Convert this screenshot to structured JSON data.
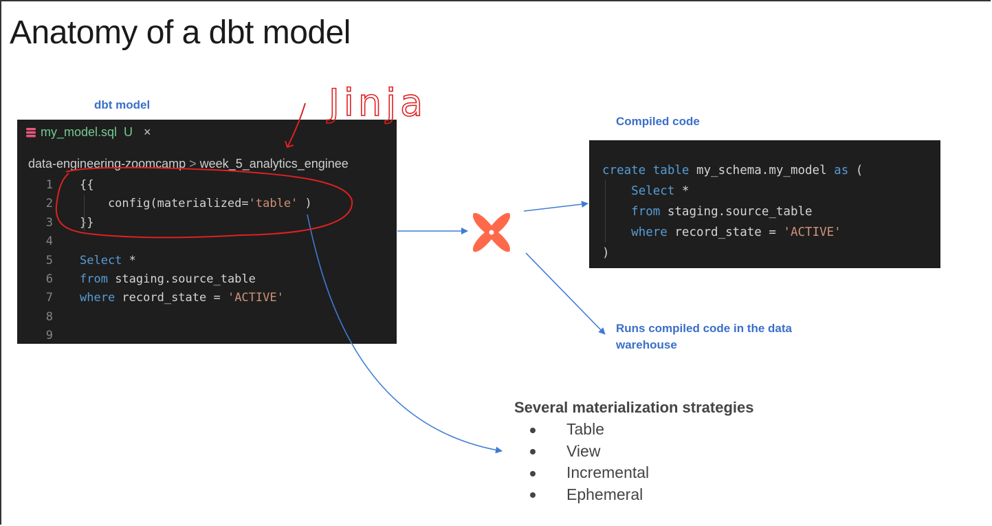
{
  "title": "Anatomy of a dbt model",
  "labels": {
    "dbt_model": "dbt model",
    "compiled_code": "Compiled code",
    "runs_line1": "Runs compiled code in the data",
    "runs_line2": "warehouse",
    "jinja": "Jinja"
  },
  "editor": {
    "file_name": "my_model.sql",
    "file_status": "U",
    "close_glyph": "×",
    "breadcrumb": [
      "data-engineering-zoomcamp",
      "week_5_analytics_enginee"
    ],
    "breadcrumb_sep": ">",
    "lines": [
      {
        "n": "1",
        "parts": [
          {
            "t": "{{",
            "c": "plain"
          }
        ]
      },
      {
        "n": "2",
        "parts": [
          {
            "t": "    config(materialized=",
            "c": "plain"
          },
          {
            "t": "'table'",
            "c": "str"
          },
          {
            "t": " )",
            "c": "plain"
          }
        ]
      },
      {
        "n": "3",
        "parts": [
          {
            "t": "}}",
            "c": "plain"
          }
        ]
      },
      {
        "n": "4",
        "parts": []
      },
      {
        "n": "5",
        "parts": [
          {
            "t": "Select",
            "c": "kw"
          },
          {
            "t": " *",
            "c": "plain"
          }
        ]
      },
      {
        "n": "6",
        "parts": [
          {
            "t": "from",
            "c": "kw"
          },
          {
            "t": " staging.source_table",
            "c": "plain"
          }
        ]
      },
      {
        "n": "7",
        "parts": [
          {
            "t": "where",
            "c": "kw"
          },
          {
            "t": " record_state = ",
            "c": "plain"
          },
          {
            "t": "'ACTIVE'",
            "c": "str"
          }
        ]
      },
      {
        "n": "8",
        "parts": []
      },
      {
        "n": "9",
        "parts": []
      }
    ]
  },
  "compiled": {
    "lines": [
      [
        {
          "t": "create table",
          "c": "kw"
        },
        {
          "t": " my_schema.my_model ",
          "c": "plain"
        },
        {
          "t": "as",
          "c": "kw"
        },
        {
          "t": " (",
          "c": "plain"
        }
      ],
      [
        {
          "t": "    ",
          "c": "plain"
        },
        {
          "t": "Select",
          "c": "kw"
        },
        {
          "t": " *",
          "c": "plain"
        }
      ],
      [
        {
          "t": "    ",
          "c": "plain"
        },
        {
          "t": "from",
          "c": "kw"
        },
        {
          "t": " staging.source_table",
          "c": "plain"
        }
      ],
      [
        {
          "t": "    ",
          "c": "plain"
        },
        {
          "t": "where",
          "c": "kw"
        },
        {
          "t": " record_state = ",
          "c": "plain"
        },
        {
          "t": "'ACTIVE'",
          "c": "str"
        }
      ],
      [
        {
          "t": ")",
          "c": "plain"
        }
      ]
    ]
  },
  "strategies": {
    "title": "Several materialization strategies",
    "items": [
      "Table",
      "View",
      "Incremental",
      "Ephemeral"
    ]
  },
  "colors": {
    "caption_blue": "#3a6fc8",
    "arrow_blue": "#3f7bd6",
    "annotation_red": "#e02020",
    "dbt_orange": "#ff694b",
    "keyword_blue": "#569cd6",
    "string_orange": "#ce9178"
  }
}
